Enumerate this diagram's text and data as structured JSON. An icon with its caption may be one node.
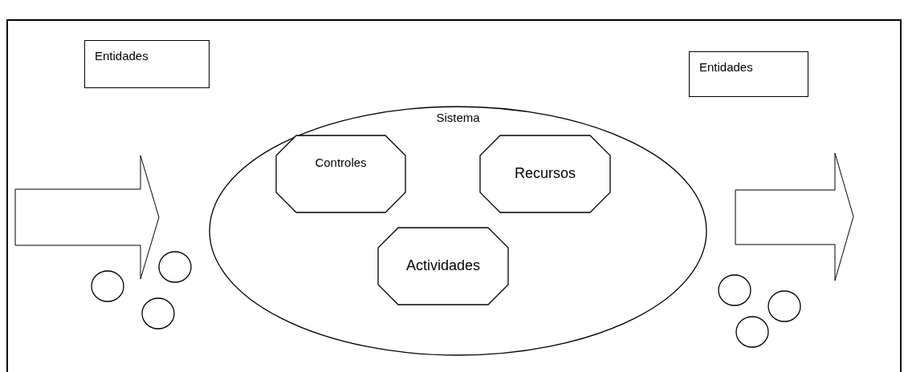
{
  "diagram": {
    "nodes": [
      {
        "text": [
          "Entidades"
        ]
      },
      {
        "text": [
          "Entidades"
        ]
      },
      {
        "text": [
          "Sistema"
        ]
      },
      {
        "text": [
          "Controles"
        ],
        "in": 2
      },
      {
        "text": [
          "Recursos"
        ],
        "in": 2
      },
      {
        "text": [
          "Actividades"
        ],
        "in": 2
      },
      {
        "text": [],
        "shape": "circle"
      },
      {
        "text": [],
        "shape": "circle"
      },
      {
        "text": [],
        "shape": "circle"
      },
      {
        "text": [],
        "shape": "circle"
      },
      {
        "text": [],
        "shape": "circle"
      },
      {
        "text": [],
        "shape": "circle"
      }
    ],
    "edges": []
  }
}
